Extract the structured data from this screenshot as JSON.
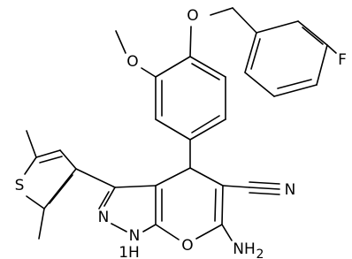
{
  "molecule": {
    "atoms": {
      "O_benzyl": "O",
      "O_methoxy": "O",
      "F": "F",
      "S": "S",
      "N_cyano": "N",
      "N_pyrazole": "N",
      "NH_pyrazole": "N",
      "H_pyrazole": "1H",
      "O_pyran": "O",
      "NH2_N": "NH",
      "NH2_sub": "2"
    }
  }
}
